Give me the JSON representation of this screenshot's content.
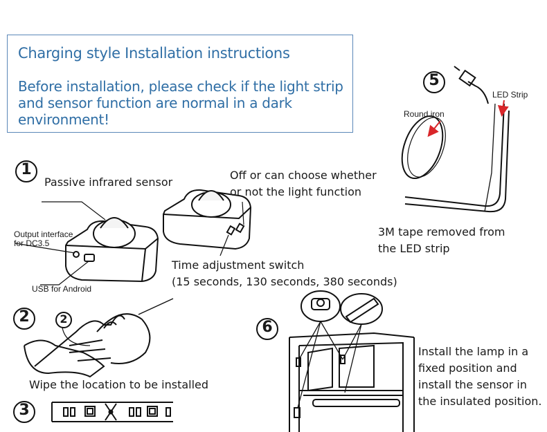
{
  "header": {
    "title": "Charging style Installation instructions",
    "body": "Before installation, please check if the light strip and sensor function are normal in a dark environment!"
  },
  "steps": {
    "s1": "1",
    "s2": "2",
    "s2b": "2",
    "s3": "3",
    "s5": "5",
    "s6": "6"
  },
  "labels": {
    "pir": "Passive infrared sensor",
    "off_line1": "Off or can choose whether",
    "off_line2": "or not the light function",
    "output_line1": "Output interface",
    "output_line2": "for DC3.5",
    "usb": "USB for Android",
    "time_line1": "Time adjustment switch",
    "time_line2": "(15 seconds, 130 seconds, 380 seconds)",
    "wipe": "Wipe the location to be installed",
    "round_iron": "Round iron",
    "led_strip": "LED Strip",
    "tape_line1": "3M tape removed from",
    "tape_line2": "the LED strip",
    "install_line1": "Install the lamp in a",
    "install_line2": "fixed position and",
    "install_line3": "install the sensor in",
    "install_line4": "the insulated position."
  },
  "colors": {
    "accent": "#2f6ea5",
    "arrow": "#d9262a"
  }
}
